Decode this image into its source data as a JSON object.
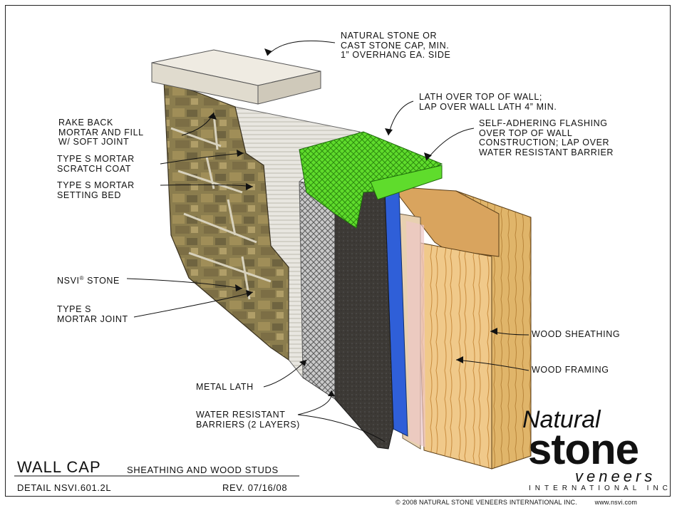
{
  "callouts": {
    "cap": [
      "NATURAL STONE OR",
      "CAST STONE CAP, MIN.",
      "1” OVERHANG EA. SIDE"
    ],
    "lath_top": [
      "LATH OVER TOP OF WALL;",
      "LAP OVER WALL LATH 4” MIN."
    ],
    "flashing": [
      "SELF-ADHERING FLASHING",
      "OVER TOP OF WALL",
      "CONSTRUCTION; LAP OVER",
      "WATER RESISTANT BARRIER"
    ],
    "rake_back": [
      "RAKE BACK",
      "MORTAR AND FILL",
      "W/ SOFT JOINT"
    ],
    "scratch": [
      "TYPE S MORTAR",
      "SCRATCH COAT"
    ],
    "setting_bed": [
      "TYPE S MORTAR",
      "SETTING BED"
    ],
    "stone_prefix": "NSVI",
    "stone_reg": "®",
    "stone_suffix": " STONE",
    "mortar_joint": [
      "TYPE S",
      "MORTAR JOINT"
    ],
    "metal_lath": "METAL LATH",
    "wrb": [
      "WATER RESISTANT",
      "BARRIERS (2 Layers)"
    ],
    "sheathing": "WOOD SHEATHING",
    "framing": "WOOD FRAMING"
  },
  "title_block": {
    "title": "WALL CAP",
    "subtitle": "SHEATHING AND WOOD STUDS",
    "detail": "DETAIL NSVI.601.2L",
    "revision": "REV. 07/16/08"
  },
  "logo": {
    "line1": "Natural",
    "line2": "stone",
    "line3": "veneers",
    "line4": "INTERNATIONAL INC"
  },
  "footer": {
    "copyright": "© 2008 NATURAL STONE VENEERS INTERNATIONAL INC.",
    "website": "www.nsvi.com"
  },
  "colors": {
    "flashing_green": "#5fdc2c",
    "wrb_blue": "#2f5fd8",
    "wrb_dark": "#3a3a3a",
    "cap_stone": "#e6e2d8",
    "wood_light": "#f0c98a",
    "wood_mid": "#d9a45e",
    "stone_tan": "#8a7a4c"
  }
}
